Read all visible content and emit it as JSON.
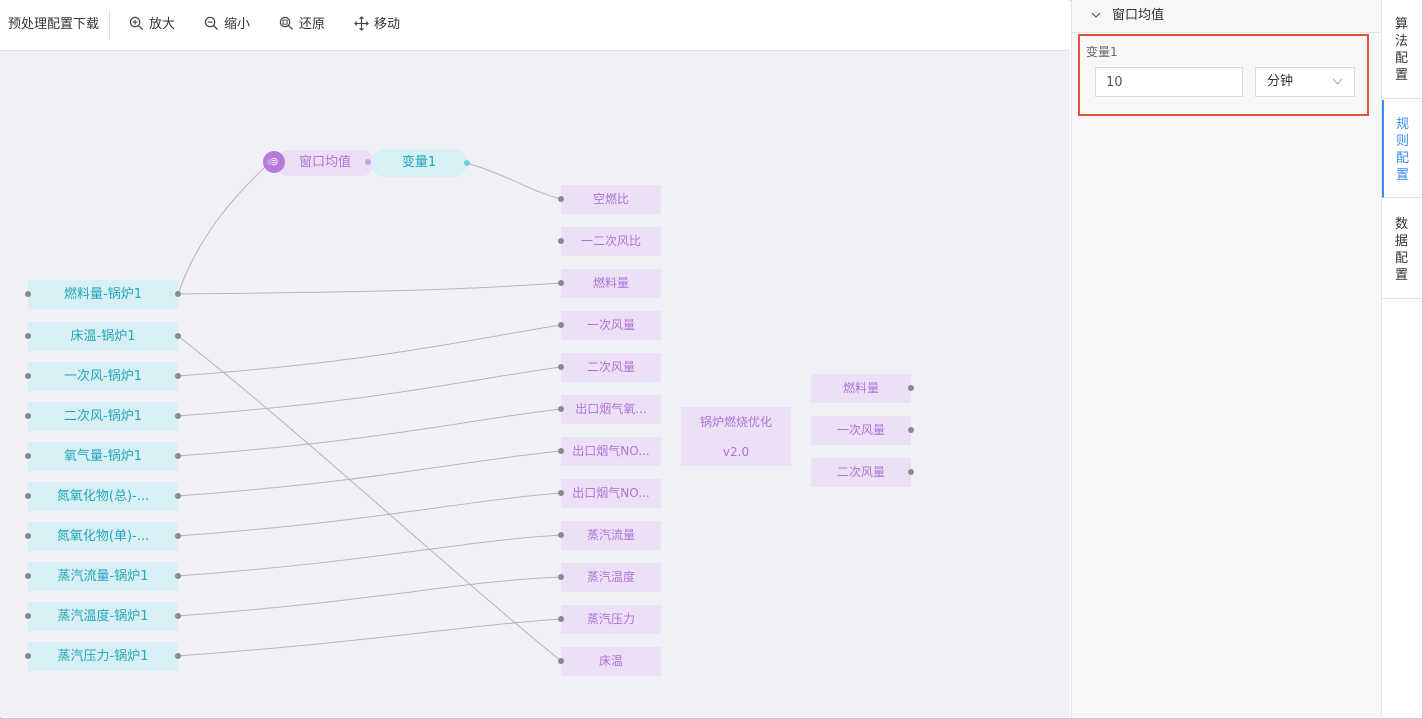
{
  "toolbar": {
    "download": "预处理配置下载",
    "zoom_in": "放大",
    "zoom_out": "缩小",
    "restore": "还原",
    "move": "移动"
  },
  "flow": {
    "window_node": "窗口均值",
    "variable_node": "变量1",
    "sources": [
      "燃料量-锅炉1",
      "床温-锅炉1",
      "一次风-锅炉1",
      "二次风-锅炉1",
      "氧气量-锅炉1",
      "氮氧化物(总)-...",
      "氮氧化物(单)-...",
      "蒸汽流量-锅炉1",
      "蒸汽温度-锅炉1",
      "蒸汽压力-锅炉1"
    ],
    "targets": [
      "空燃比",
      "一二次风比",
      "燃料量",
      "一次风量",
      "二次风量",
      "出口烟气氧...",
      "出口烟气NO...",
      "出口烟气NO...",
      "蒸汽流量",
      "蒸汽温度",
      "蒸汽压力",
      "床温"
    ],
    "algorithm_name": "锅炉燃烧优化",
    "algorithm_version": "v2.0",
    "outputs": [
      "燃料量",
      "一次风量",
      "二次风量"
    ]
  },
  "panel": {
    "section_title": "窗口均值",
    "variable_label": "变量1",
    "value": "10",
    "unit": "分钟",
    "highlight_color": "#e0523b"
  },
  "tabs": [
    "算法配置",
    "规则配置",
    "数据配置"
  ],
  "active_tab": "规则配置",
  "colors": {
    "source_bg": "#d8f0f5",
    "source_text": "#23a6b9",
    "target_bg": "#ece0f6",
    "target_text": "#b073d8",
    "accent": "#3b8bf5"
  }
}
